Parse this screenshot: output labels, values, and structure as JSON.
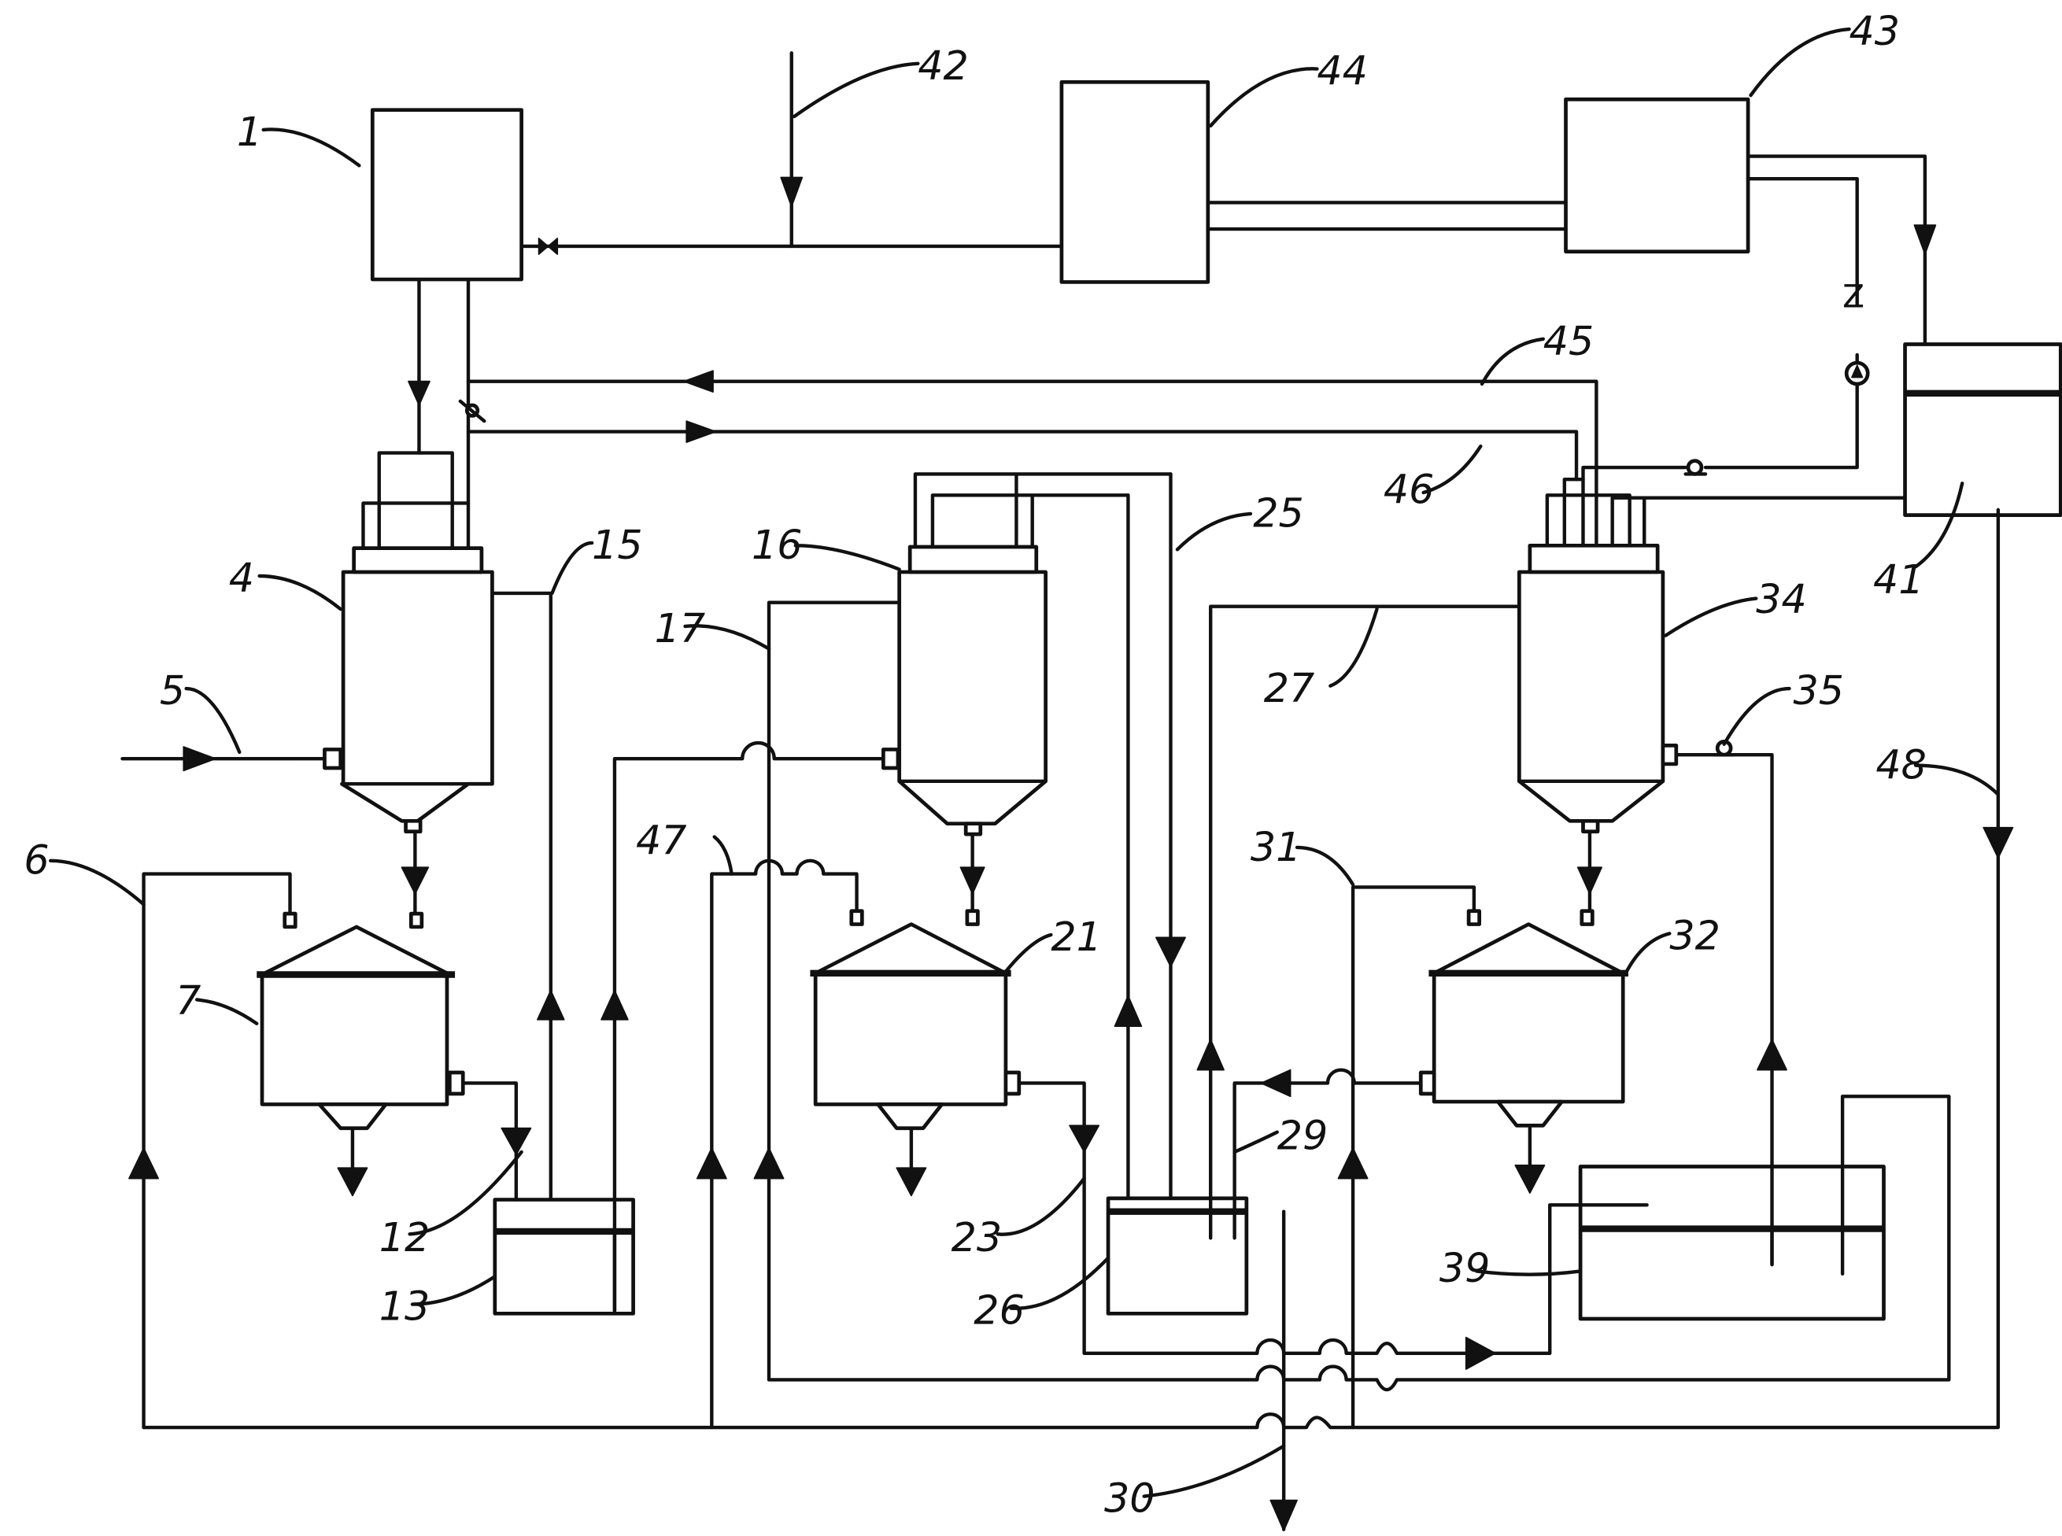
{
  "figure": {
    "labels": {
      "l1": "1",
      "l4": "4",
      "l5": "5",
      "l6": "6",
      "l7": "7",
      "l12": "12",
      "l13": "13",
      "l15": "15",
      "l16": "16",
      "l17": "17",
      "l21": "21",
      "l23": "23",
      "l25": "25",
      "l26": "26",
      "l27": "27",
      "l29": "29",
      "l30": "30",
      "l31": "31",
      "l32": "32",
      "l34": "34",
      "l35": "35",
      "l39": "39",
      "l41": "41",
      "l42": "42",
      "l43": "43",
      "l44": "44",
      "l45": "45",
      "l46": "46",
      "l47": "47",
      "l48": "48",
      "valve_z": "Z"
    }
  }
}
